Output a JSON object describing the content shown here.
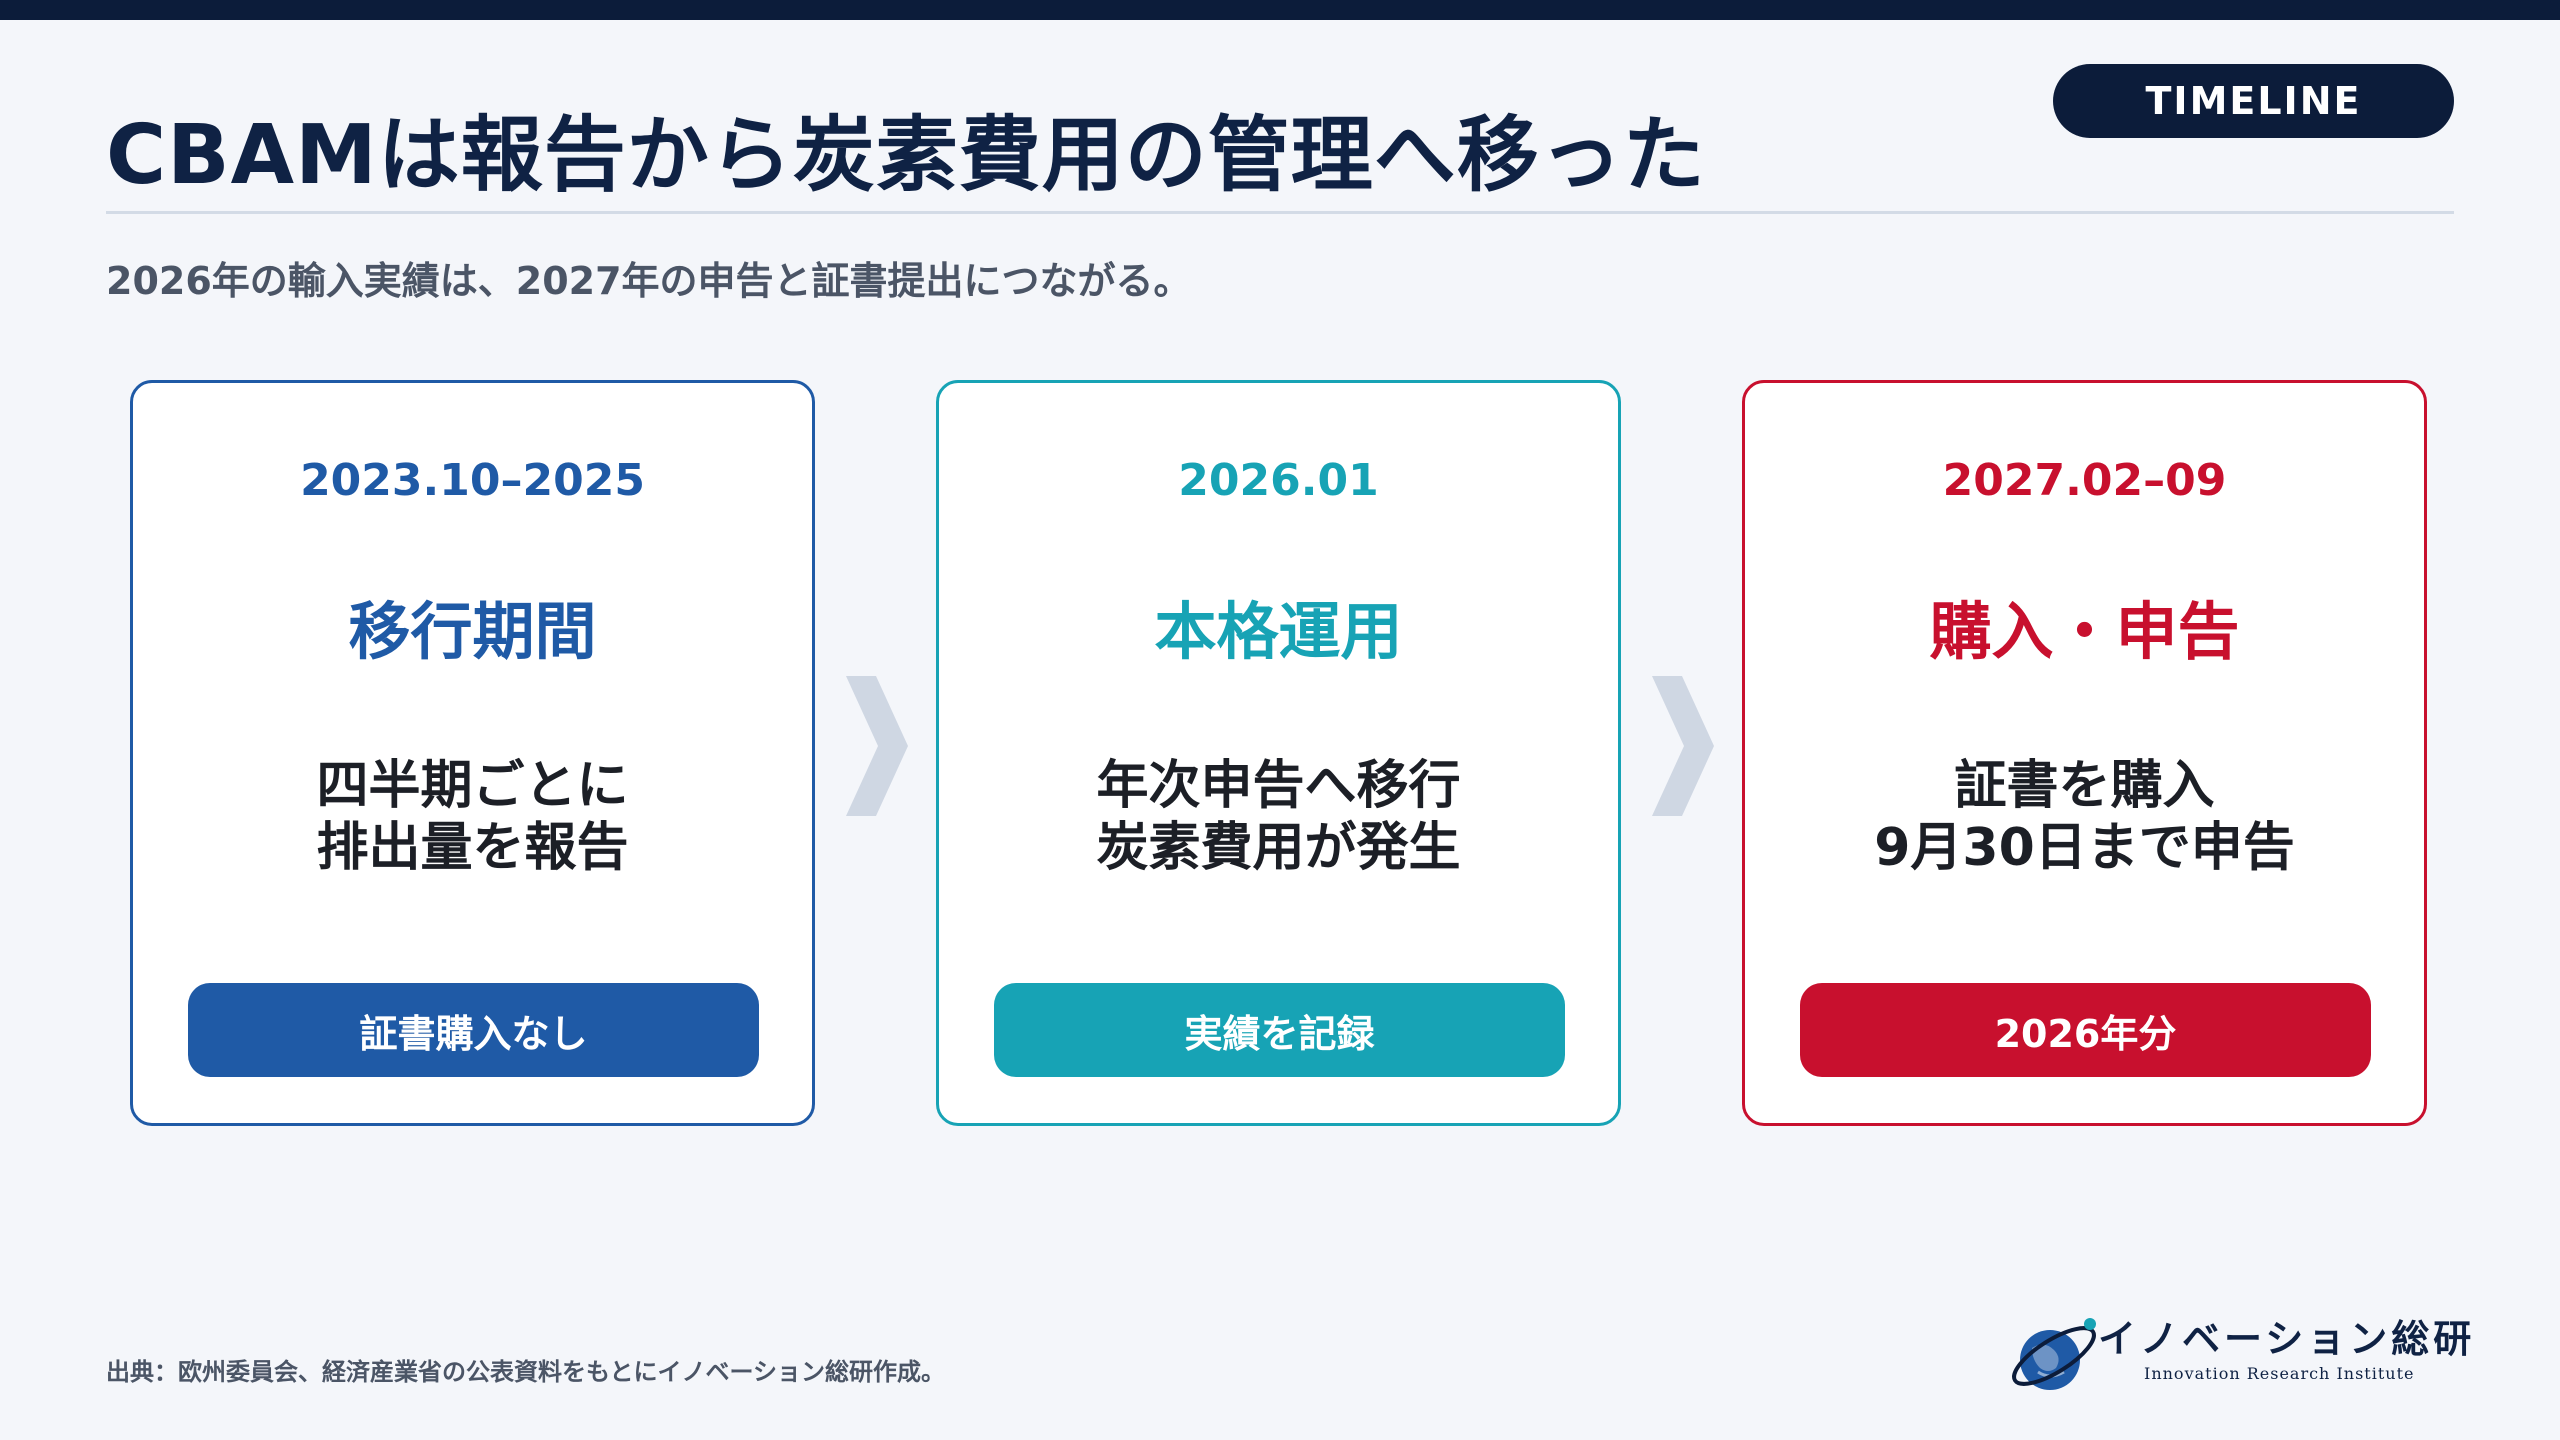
{
  "header": {
    "title": "CBAMは報告から炭素費用の管理へ移った",
    "badge": "TIMELINE",
    "subtitle": "2026年の輸入実績は、2027年の申告と証書提出につながる。"
  },
  "timeline": [
    {
      "period": "2023.10–2025",
      "phase": "移行期間",
      "desc_line1": "四半期ごとに",
      "desc_line2": "排出量を報告",
      "pill": "証書購入なし",
      "color": "#1f5aa6"
    },
    {
      "period": "2026.01",
      "phase": "本格運用",
      "desc_line1": "年次申告へ移行",
      "desc_line2": "炭素費用が発生",
      "pill": "実績を記録",
      "color": "#17a3b5"
    },
    {
      "period": "2027.02–09",
      "phase": "購入・申告",
      "desc_line1": "証書を購入",
      "desc_line2": "9月30日まで申告",
      "pill": "2026年分",
      "color": "#c8102e"
    }
  ],
  "footer": {
    "source": "出典：欧州委員会、経済産業省の公表資料をもとにイノベーション総研作成。",
    "logo_name": "イノベーション総研",
    "logo_sub": "Innovation Research Institute"
  },
  "icons": {
    "arrow": "chevron-right-icon",
    "logo": "globe-orbit-logo-icon"
  },
  "colors": {
    "navy": "#0c1c3a",
    "blue": "#1f5aa6",
    "teal": "#17a3b5",
    "red": "#c8102e",
    "background": "#f4f6fa"
  }
}
